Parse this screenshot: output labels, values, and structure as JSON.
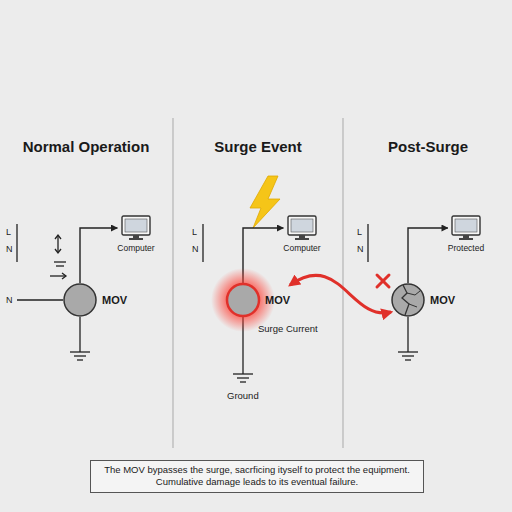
{
  "diagram": {
    "caption": "The MOV bypasses the surge, sacrficing ityself to protect the equipment. Cumulative damage leads to its eventual failure.",
    "nodes": [
      {
        "text": [
          "Normal Operation"
        ]
      },
      {
        "text": [
          "Computer"
        ],
        "in": 0
      },
      {
        "text": [
          "MOV"
        ],
        "in": 0
      },
      {
        "text": [
          "Surge Event"
        ]
      },
      {
        "text": [
          "Computer"
        ],
        "in": 3
      },
      {
        "text": [
          "MOV"
        ],
        "in": 3
      },
      {
        "text": [
          "Post-Surge"
        ]
      },
      {
        "text": [
          "Protected"
        ],
        "in": 6
      },
      {
        "text": [
          "MOV"
        ],
        "in": 6
      }
    ],
    "edges": [
      {
        "from": 2,
        "to": 1,
        "arrow": "to"
      },
      {
        "from": 5,
        "to": 4,
        "arrow": "to"
      },
      {
        "from": 8,
        "to": 7,
        "arrow": "to"
      },
      {
        "from": 5,
        "to": 8,
        "arrow": "both"
      }
    ],
    "labels": [
      "L",
      "N",
      "N",
      "L",
      "N",
      "Surge Current",
      "Ground",
      "L",
      "N"
    ]
  }
}
